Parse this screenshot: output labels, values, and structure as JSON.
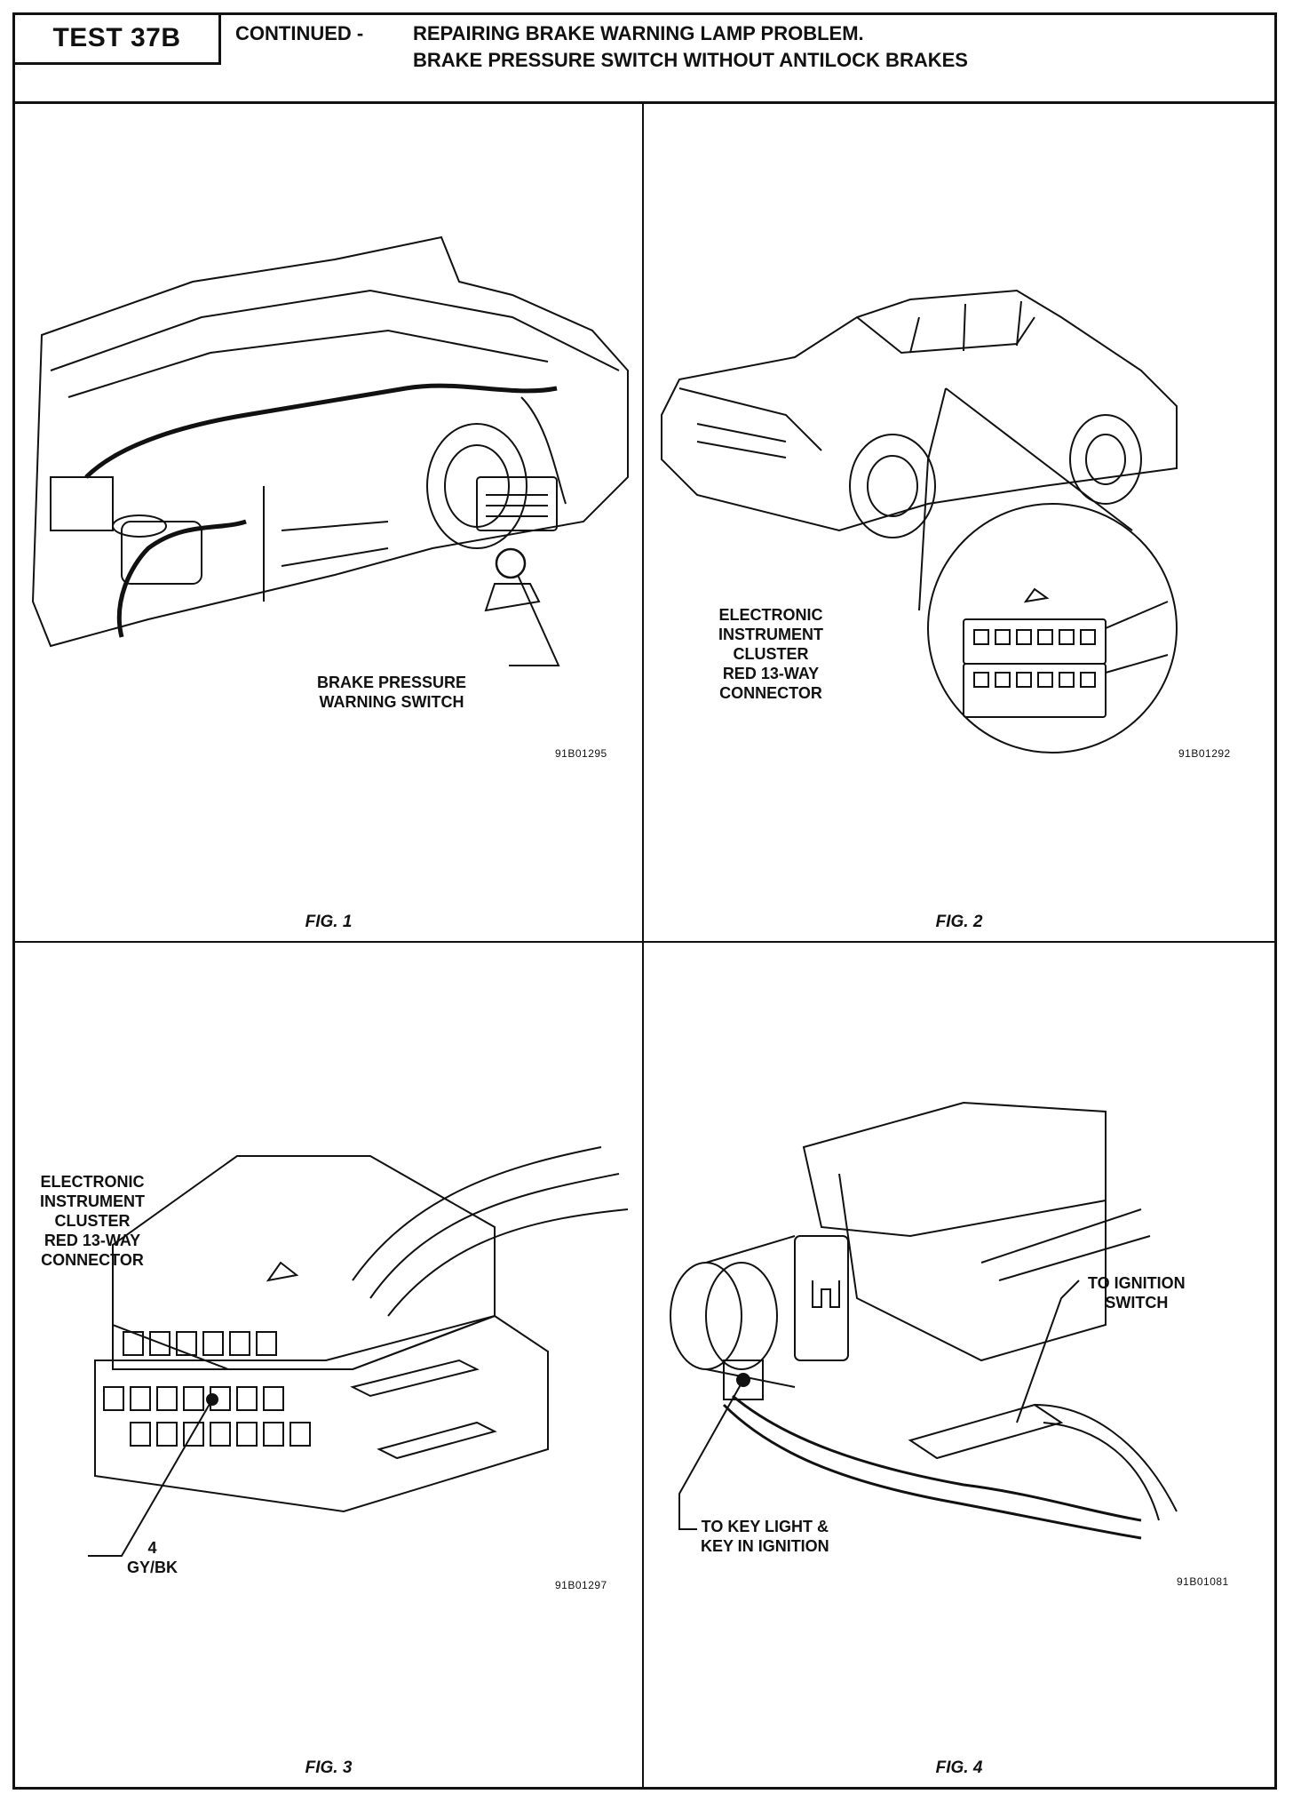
{
  "header": {
    "test_label": "TEST 37B",
    "prefix": "CONTINUED -",
    "title_line1": "REPAIRING BRAKE WARNING LAMP PROBLEM.",
    "title_line2": "BRAKE PRESSURE SWITCH WITHOUT ANTILOCK BRAKES"
  },
  "figures": [
    {
      "caption": "FIG. 1",
      "callout_line1": "BRAKE PRESSURE",
      "callout_line2": "WARNING SWITCH",
      "ref_code": "91B01295"
    },
    {
      "caption": "FIG. 2",
      "callout_lines": [
        "ELECTRONIC",
        "INSTRUMENT",
        "CLUSTER",
        "RED 13-WAY",
        "CONNECTOR"
      ],
      "ref_code": "91B01292"
    },
    {
      "caption": "FIG. 3",
      "callout_lines": [
        "ELECTRONIC",
        "INSTRUMENT",
        "CLUSTER",
        "RED 13-WAY",
        "CONNECTOR"
      ],
      "pin_number": "4",
      "pin_wire": "GY/BK",
      "ref_code": "91B01297"
    },
    {
      "caption": "FIG. 4",
      "callout_ignition_line1": "TO IGNITION",
      "callout_ignition_line2": "SWITCH",
      "callout_key_line1": "TO KEY LIGHT &",
      "callout_key_line2": "KEY IN IGNITION",
      "ref_code": "91B01081"
    }
  ]
}
